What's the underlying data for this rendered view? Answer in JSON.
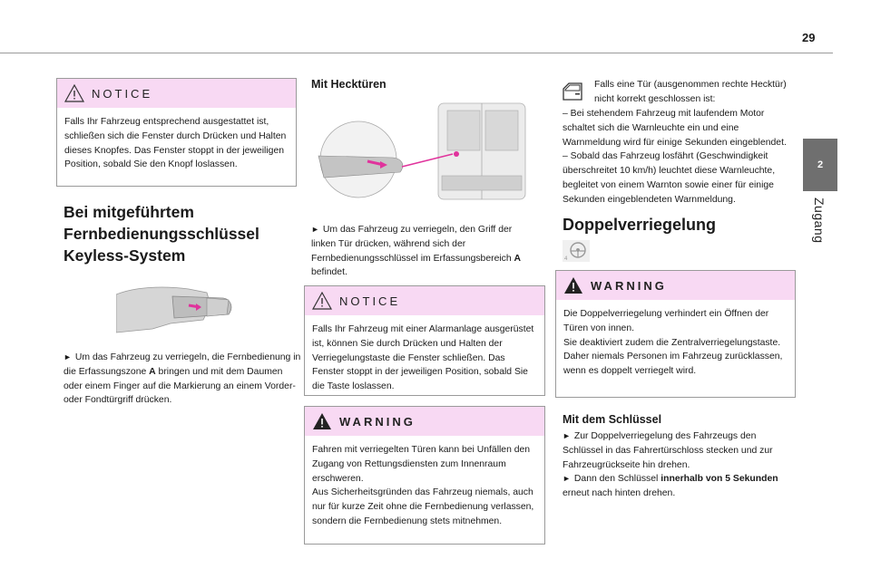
{
  "page": {
    "number": "29"
  },
  "chapter": {
    "number": "2",
    "label": "Zugang"
  },
  "left": {
    "notice": {
      "title": "NOTICE",
      "text": "Falls Ihr Fahrzeug entsprechend ausgestattet ist, schließen sich die Fenster durch Drücken und Halten dieses Knopfes. Das Fenster stoppt in der jeweiligen Position, sobald Sie den Knopf loslassen."
    },
    "heading_lines": [
      "Bei mitgeführtem",
      "Fernbedienungsschlüssel",
      "Keyless-System"
    ],
    "para_before": "Um das Fahrzeug zu verriegeln, die Fernbedienung in die Erfassungszone ",
    "para_bold": "A",
    "para_after": " bringen und mit dem Daumen oder einem Finger auf die Markierung an einem Vorder- oder Fondtürgriff drücken."
  },
  "middle": {
    "heading": "Mit Hecktüren",
    "para_before": "Um das Fahrzeug zu verriegeln, den Griff der linken Tür drücken, während sich der Fernbedienungsschlüssel im Erfassungsbereich ",
    "para_bold": "A",
    "para_after": " befindet.",
    "notice": {
      "title": "NOTICE",
      "text": "Falls Ihr Fahrzeug mit einer Alarmanlage ausgerüstet ist, können Sie durch Drücken und Halten der Verriegelungstaste die Fenster schließen. Das Fenster stoppt in der jeweiligen Position, sobald Sie die Taste loslassen."
    },
    "warning": {
      "title": "WARNING",
      "lines": [
        "Fahren mit verriegelten Türen kann bei Unfällen den Zugang von Rettungsdiensten zum Innenraum erschweren.",
        "Aus Sicherheitsgründen das Fahrzeug niemals, auch nur für kurze Zeit ohne die Fernbedienung verlassen, sondern die Fernbedienung stets mitnehmen."
      ]
    }
  },
  "right": {
    "door_note": "Falls eine Tür (ausgenommen rechte Hecktür) nicht korrekt geschlossen ist:",
    "door_lines": [
      "– Bei stehendem Fahrzeug mit laufendem Motor schaltet sich die Warnleuchte ein und eine Warnmeldung wird für einige Sekunden eingeblendet.",
      "– Sobald das Fahrzeug losfährt (Geschwindigkeit überschreitet 10 km/h) leuchtet diese Warnleuchte, begleitet von einem Warnton sowie einer für einige Sekunden eingeblendeten Warnmeldung."
    ],
    "heading": "Doppelverriegelung",
    "warning": {
      "title": "WARNING",
      "lines": [
        "Die Doppelverriegelung verhindert ein Öffnen der Türen von innen.",
        "Sie deaktiviert zudem die Zentralverriegelungstaste.",
        "Daher niemals Personen im Fahrzeug zurücklassen, wenn es doppelt verriegelt wird."
      ]
    },
    "sub_heading": "Mit dem Schlüssel",
    "step1": "Zur Doppelverriegelung des Fahrzeugs den Schlüssel in das Fahrertürschloss stecken und zur Fahrzeugrückseite hin drehen.",
    "step2_before": "Dann den Schlüssel ",
    "step2_bold": "innerhalb von 5 Sekunden",
    "step2_after": " erneut nach hinten drehen."
  },
  "colors": {
    "box_header": "#f8d9f3",
    "tab": "#6f6f6f",
    "accent": "#e0339c"
  },
  "icons": [
    "warning-triangle-outline-icon",
    "warning-triangle-filled-icon",
    "car-door-icon",
    "steering-wheel-icon",
    "bullet-arrow-icon"
  ]
}
